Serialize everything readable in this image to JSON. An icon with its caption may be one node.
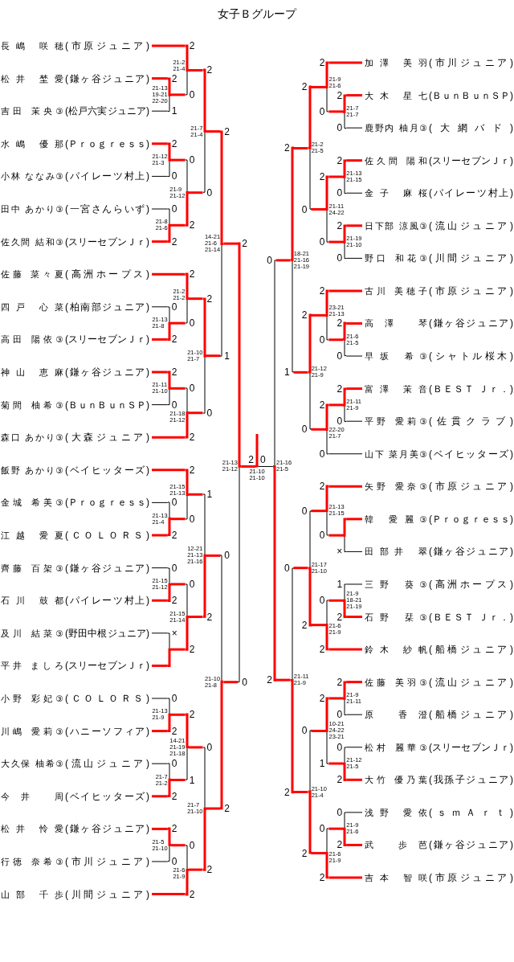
{
  "diagram": {
    "title": "女子Ｂグループ",
    "nodes": [
      {
        "text": [
          "長嶋 咲穂",
          "(市原ジュニア)"
        ]
      },
      {
        "text": [
          "松井 埜愛",
          "(鎌ヶ谷ジュニア)"
        ]
      },
      {
        "text": [
          "吉田 茉央③",
          "(松戸六実ジュニア)"
        ]
      },
      {
        "text": [
          "水嶋 優那",
          "(Ｐｒｏｇｒｅｓｓ)"
        ]
      },
      {
        "text": [
          "小林 ななみ③",
          "(パイレーツ村上)"
        ]
      },
      {
        "text": [
          "田中 あかり③",
          "(一宮さんらいず)"
        ]
      },
      {
        "text": [
          "佐久間 結和③",
          "(スリーセブンＪｒ)"
        ]
      },
      {
        "text": [
          "佐藤 菜々夏",
          "(高洲ホープス)"
        ]
      },
      {
        "text": [
          "四戸 心菜",
          "(柏南部ジュニア)"
        ]
      },
      {
        "text": [
          "高田 陽依③",
          "(スリーセブンＪｒ)"
        ]
      },
      {
        "text": [
          "神山 恵麻",
          "(鎌ヶ谷ジュニア)"
        ]
      },
      {
        "text": [
          "菊間 柚希③",
          "(ＢｕｎＢｕｎＳＰ)"
        ]
      },
      {
        "text": [
          "森口 あかり③",
          "(大森ジュニア)"
        ]
      },
      {
        "text": [
          "飯野 あかり③",
          "(ベイヒッターズ)"
        ]
      },
      {
        "text": [
          "金城 希美③",
          "(Ｐｒｏｇｒｅｓｓ)"
        ]
      },
      {
        "text": [
          "江越 愛夏",
          "(ＣＯＬＯＲＳ)"
        ]
      },
      {
        "text": [
          "齊藤 百架③",
          "(鎌ヶ谷ジュニア)"
        ]
      },
      {
        "text": [
          "石川 鼓都",
          "(パイレーツ村上)"
        ]
      },
      {
        "text": [
          "及川 結菜③",
          "(野田中根ジュニア)"
        ]
      },
      {
        "text": [
          "平井 ましろ",
          "(スリーセブンＪｒ)"
        ]
      },
      {
        "text": [
          "小野 彩妃③",
          "(ＣＯＬＯＲＳ)"
        ]
      },
      {
        "text": [
          "川嶋 愛莉③",
          "(ハニーソフィア)"
        ]
      },
      {
        "text": [
          "大久保 柚希③",
          "(流山ジュニア)"
        ]
      },
      {
        "text": [
          "今井 周",
          "(ベイヒッターズ)"
        ]
      },
      {
        "text": [
          "松井 怜愛",
          "(鎌ヶ谷ジュニア)"
        ]
      },
      {
        "text": [
          "行徳 奈希③",
          "(市川ジュニア)"
        ]
      },
      {
        "text": [
          "山部 千歩",
          "(川間ジュニア)"
        ]
      },
      {
        "text": [
          "加澤 美羽",
          "(市川ジュニア)"
        ]
      },
      {
        "text": [
          "大木 星七",
          "(ＢｕｎＢｕｎＳＰ)"
        ]
      },
      {
        "text": [
          "鹿野内 柚月③",
          "(大網バド)"
        ]
      },
      {
        "text": [
          "佐久間 陽和",
          "(スリーセブンＪｒ)"
        ]
      },
      {
        "text": [
          "金子 麻桜",
          "(パイレーツ村上)"
        ]
      },
      {
        "text": [
          "日下部 涼風③",
          "(流山ジュニア)"
        ]
      },
      {
        "text": [
          "野口 和花③",
          "(川間ジュニア)"
        ]
      },
      {
        "text": [
          "古川 美穂子",
          "(市原ジュニア)"
        ]
      },
      {
        "text": [
          "高澤 琴",
          "(鎌ヶ谷ジュニア)"
        ]
      },
      {
        "text": [
          "早坂 希③",
          "(シャトル桜木)"
        ]
      },
      {
        "text": [
          "富澤 茉音",
          "(ＢＥＳＴ Ｊｒ．)"
        ]
      },
      {
        "text": [
          "平野 愛莉③",
          "(佐貫クラブ)"
        ]
      },
      {
        "text": [
          "山下 菜月美③",
          "(ベイヒッターズ)"
        ]
      },
      {
        "text": [
          "矢野 愛奈③",
          "(市原ジュニア)"
        ]
      },
      {
        "text": [
          "韓 愛麗③",
          "(Ｐｒｏｇｒｅｓｓ)"
        ]
      },
      {
        "text": [
          "田部井 翠",
          "(鎌ヶ谷ジュニア)"
        ]
      },
      {
        "text": [
          "三野 葵③",
          "(高洲ホープス)"
        ]
      },
      {
        "text": [
          "石野 栞③",
          "(ＢＥＳＴ Ｊｒ．)"
        ]
      },
      {
        "text": [
          "鈴木 紗帆",
          "(船橋ジュニア)"
        ]
      },
      {
        "text": [
          "佐藤 美羽③",
          "(流山ジュニア)"
        ]
      },
      {
        "text": [
          "原 香澄",
          "(船橋ジュニア)"
        ]
      },
      {
        "text": [
          "松村 麗華③",
          "(スリーセブンＪｒ)"
        ]
      },
      {
        "text": [
          "大竹 優乃葉",
          "(我孫子ジュニア)"
        ]
      },
      {
        "text": [
          "浅野 愛依",
          "(ｓｍＡｒｔ)"
        ]
      },
      {
        "text": [
          "武 歩芭",
          "(鎌ヶ谷ジュニア)"
        ]
      },
      {
        "text": [
          "吉本 智咲",
          "(市原ジュニア)"
        ]
      },
      {
        "text": [],
        "shape": "bar",
        "beside": [
          "21-13 19-21 22-20"
        ]
      },
      {
        "text": [],
        "shape": "bar",
        "beside": [
          "21-2 21-4"
        ]
      },
      {
        "text": [],
        "shape": "bar",
        "beside": [
          "21-12 21-3"
        ]
      },
      {
        "text": [],
        "shape": "bar",
        "beside": [
          "21-8 21-6"
        ]
      },
      {
        "text": [],
        "shape": "bar",
        "beside": [
          "21-9 21-12"
        ]
      },
      {
        "text": [],
        "shape": "bar",
        "beside": [
          "21-7 21-4"
        ]
      },
      {
        "text": [],
        "shape": "bar",
        "beside": [
          "21-13 21-8"
        ]
      },
      {
        "text": [],
        "shape": "bar",
        "beside": [
          "21-2 21-2"
        ]
      },
      {
        "text": [],
        "shape": "bar",
        "beside": [
          "21-11 21-10"
        ]
      },
      {
        "text": [],
        "shape": "bar",
        "beside": [
          "21-18 21-12"
        ]
      },
      {
        "text": [],
        "shape": "bar",
        "beside": [
          "21-10 21-7"
        ]
      },
      {
        "text": [],
        "shape": "bar",
        "beside": [
          "14-21 21-6 21-14"
        ]
      },
      {
        "text": [],
        "shape": "bar",
        "beside": [
          "21-13 21-4"
        ]
      },
      {
        "text": [],
        "shape": "bar",
        "beside": [
          "21-15 21-13"
        ]
      },
      {
        "text": [],
        "shape": "bar",
        "beside": [
          "21-15 21-12"
        ]
      },
      {
        "text": [],
        "shape": "bar"
      },
      {
        "text": [],
        "shape": "bar",
        "beside": [
          "21-15 21-14"
        ]
      },
      {
        "text": [],
        "shape": "bar",
        "beside": [
          "12-21 21-13 21-16"
        ]
      },
      {
        "text": [],
        "shape": "bar",
        "beside": [
          "21-13 21-9"
        ]
      },
      {
        "text": [],
        "shape": "bar",
        "beside": [
          "21-7 21-2"
        ]
      },
      {
        "text": [],
        "shape": "bar",
        "beside": [
          "14-21 21-19 21-18"
        ]
      },
      {
        "text": [],
        "shape": "bar",
        "beside": [
          "21-5 21-10"
        ]
      },
      {
        "text": [],
        "shape": "bar",
        "beside": [
          "21-6 21-9"
        ]
      },
      {
        "text": [],
        "shape": "bar",
        "beside": [
          "21-7 21-10"
        ]
      },
      {
        "text": [],
        "shape": "bar",
        "beside": [
          "21-10 21-8"
        ]
      },
      {
        "text": [],
        "shape": "bar",
        "beside": [
          "21-13 21-12"
        ]
      },
      {
        "text": [],
        "shape": "bar",
        "beside": [
          "21-7 21-7"
        ]
      },
      {
        "text": [],
        "shape": "bar",
        "beside": [
          "21-9 21-6"
        ]
      },
      {
        "text": [],
        "shape": "bar",
        "beside": [
          "21-13 21-15"
        ]
      },
      {
        "text": [],
        "shape": "bar",
        "beside": [
          "21-19 21-10"
        ]
      },
      {
        "text": [],
        "shape": "bar",
        "beside": [
          "21-11 24-22"
        ]
      },
      {
        "text": [],
        "shape": "bar",
        "beside": [
          "21-2 21-5"
        ]
      },
      {
        "text": [],
        "shape": "bar",
        "beside": [
          "21-6 21-5"
        ]
      },
      {
        "text": [],
        "shape": "bar",
        "beside": [
          "23-21 21-13"
        ]
      },
      {
        "text": [],
        "shape": "bar",
        "beside": [
          "21-11 21-9"
        ]
      },
      {
        "text": [],
        "shape": "bar",
        "beside": [
          "22-20 21-7"
        ]
      },
      {
        "text": [],
        "shape": "bar",
        "beside": [
          "21-12 21-9"
        ]
      },
      {
        "text": [],
        "shape": "bar",
        "beside": [
          "18-21 21-16 21-19"
        ]
      },
      {
        "text": [],
        "shape": "bar"
      },
      {
        "text": [],
        "shape": "bar",
        "beside": [
          "21-13 21-15"
        ]
      },
      {
        "text": [],
        "shape": "bar",
        "beside": [
          "21-9 18-21 21-19"
        ]
      },
      {
        "text": [],
        "shape": "bar",
        "beside": [
          "21-6 21-9"
        ]
      },
      {
        "text": [],
        "shape": "bar",
        "beside": [
          "21-17 21-10"
        ]
      },
      {
        "text": [],
        "shape": "bar",
        "beside": [
          "21-9 21-11"
        ]
      },
      {
        "text": [],
        "shape": "bar",
        "beside": [
          "21-12 21-5"
        ]
      },
      {
        "text": [],
        "shape": "bar",
        "beside": [
          "10-21 24-22 23-21"
        ]
      },
      {
        "text": [],
        "shape": "bar",
        "beside": [
          "21-9 21-6"
        ]
      },
      {
        "text": [],
        "shape": "bar",
        "beside": [
          "21-6 21-9"
        ]
      },
      {
        "text": [],
        "shape": "bar",
        "beside": [
          "21-10 21-4"
        ]
      },
      {
        "text": [],
        "shape": "bar",
        "beside": [
          "21-11 21-9"
        ]
      },
      {
        "text": [],
        "shape": "bar",
        "beside": [
          "21-16 21-5"
        ]
      },
      {
        "text": [],
        "shape": "bar",
        "beside": [
          "21-10 21-10"
        ]
      }
    ],
    "edges": [
      {
        "from": 1,
        "to": 53,
        "arrow": "none",
        "label": "2"
      },
      {
        "from": 2,
        "to": 53,
        "arrow": "none",
        "label": "1",
        "color": "#000000"
      },
      {
        "from": 0,
        "to": 54,
        "arrow": "none",
        "label": "2"
      },
      {
        "from": 53,
        "to": 54,
        "arrow": "none",
        "label": "0"
      },
      {
        "from": 3,
        "to": 55,
        "arrow": "none",
        "label": "2"
      },
      {
        "from": 4,
        "to": 55,
        "arrow": "none",
        "label": "0",
        "color": "#000000"
      },
      {
        "from": 6,
        "to": 56,
        "arrow": "none",
        "label": "2"
      },
      {
        "from": 5,
        "to": 56,
        "arrow": "none",
        "label": "0",
        "color": "#000000"
      },
      {
        "from": 56,
        "to": 57,
        "arrow": "none",
        "label": "2"
      },
      {
        "from": 55,
        "to": 57,
        "arrow": "none",
        "label": "0"
      },
      {
        "from": 54,
        "to": 58,
        "arrow": "none",
        "label": "2"
      },
      {
        "from": 57,
        "to": 58,
        "arrow": "none",
        "label": "0"
      },
      {
        "from": 9,
        "to": 59,
        "arrow": "none",
        "label": "2"
      },
      {
        "from": 8,
        "to": 59,
        "arrow": "none",
        "label": "0",
        "color": "#000000"
      },
      {
        "from": 7,
        "to": 60,
        "arrow": "none",
        "label": "2"
      },
      {
        "from": 59,
        "to": 60,
        "arrow": "none",
        "label": "0"
      },
      {
        "from": 10,
        "to": 61,
        "arrow": "none",
        "label": "2"
      },
      {
        "from": 11,
        "to": 61,
        "arrow": "none",
        "label": "0",
        "color": "#000000"
      },
      {
        "from": 12,
        "to": 62,
        "arrow": "none",
        "label": "2"
      },
      {
        "from": 61,
        "to": 62,
        "arrow": "none",
        "label": "0"
      },
      {
        "from": 60,
        "to": 63,
        "arrow": "none",
        "label": "2"
      },
      {
        "from": 62,
        "to": 63,
        "arrow": "none",
        "label": "0"
      },
      {
        "from": 58,
        "to": 64,
        "arrow": "none",
        "label": "2"
      },
      {
        "from": 63,
        "to": 64,
        "arrow": "none",
        "label": "1"
      },
      {
        "from": 15,
        "to": 65,
        "arrow": "none",
        "label": "2"
      },
      {
        "from": 14,
        "to": 65,
        "arrow": "none",
        "label": "0",
        "color": "#000000"
      },
      {
        "from": 13,
        "to": 66,
        "arrow": "none",
        "label": "2"
      },
      {
        "from": 65,
        "to": 66,
        "arrow": "none",
        "label": "0"
      },
      {
        "from": 17,
        "to": 67,
        "arrow": "none",
        "label": "2"
      },
      {
        "from": 16,
        "to": 67,
        "arrow": "none",
        "label": "0",
        "color": "#000000"
      },
      {
        "from": 19,
        "to": 68,
        "arrow": "none"
      },
      {
        "from": 18,
        "to": 68,
        "arrow": "none",
        "label": "×",
        "color": "#000000"
      },
      {
        "from": 68,
        "to": 69,
        "arrow": "none",
        "label": "2"
      },
      {
        "from": 67,
        "to": 69,
        "arrow": "none",
        "label": "0"
      },
      {
        "from": 69,
        "to": 70,
        "arrow": "none",
        "label": "2"
      },
      {
        "from": 66,
        "to": 70,
        "arrow": "none",
        "label": "1"
      },
      {
        "from": 21,
        "to": 71,
        "arrow": "none",
        "label": "2"
      },
      {
        "from": 20,
        "to": 71,
        "arrow": "none",
        "label": "0",
        "color": "#000000"
      },
      {
        "from": 23,
        "to": 72,
        "arrow": "none",
        "label": "2"
      },
      {
        "from": 22,
        "to": 72,
        "arrow": "none",
        "label": "0",
        "color": "#000000"
      },
      {
        "from": 71,
        "to": 73,
        "arrow": "none",
        "label": "2"
      },
      {
        "from": 72,
        "to": 73,
        "arrow": "none",
        "label": "1"
      },
      {
        "from": 24,
        "to": 74,
        "arrow": "none",
        "label": "2"
      },
      {
        "from": 25,
        "to": 74,
        "arrow": "none",
        "label": "0",
        "color": "#000000"
      },
      {
        "from": 26,
        "to": 75,
        "arrow": "none",
        "label": "2"
      },
      {
        "from": 74,
        "to": 75,
        "arrow": "none",
        "label": "0"
      },
      {
        "from": 75,
        "to": 76,
        "arrow": "none",
        "label": "2"
      },
      {
        "from": 73,
        "to": 76,
        "arrow": "none",
        "label": "0"
      },
      {
        "from": 76,
        "to": 77,
        "arrow": "none",
        "label": "2"
      },
      {
        "from": 70,
        "to": 77,
        "arrow": "none",
        "label": "0"
      },
      {
        "from": 64,
        "to": 78,
        "arrow": "none",
        "label": "2"
      },
      {
        "from": 77,
        "to": 78,
        "arrow": "none",
        "label": "0"
      },
      {
        "from": 28,
        "to": 79,
        "arrow": "none",
        "label": "2"
      },
      {
        "from": 29,
        "to": 79,
        "arrow": "none",
        "label": "0",
        "color": "#000000"
      },
      {
        "from": 27,
        "to": 80,
        "arrow": "none",
        "label": "2"
      },
      {
        "from": 79,
        "to": 80,
        "arrow": "none",
        "label": "0"
      },
      {
        "from": 30,
        "to": 81,
        "arrow": "none",
        "label": "2"
      },
      {
        "from": 31,
        "to": 81,
        "arrow": "none",
        "label": "0",
        "color": "#000000"
      },
      {
        "from": 32,
        "to": 82,
        "arrow": "none",
        "label": "2"
      },
      {
        "from": 33,
        "to": 82,
        "arrow": "none",
        "label": "0",
        "color": "#000000"
      },
      {
        "from": 81,
        "to": 83,
        "arrow": "none",
        "label": "2"
      },
      {
        "from": 82,
        "to": 83,
        "arrow": "none",
        "label": "0"
      },
      {
        "from": 80,
        "to": 84,
        "arrow": "none",
        "label": "2"
      },
      {
        "from": 83,
        "to": 84,
        "arrow": "none",
        "label": "0"
      },
      {
        "from": 35,
        "to": 85,
        "arrow": "none",
        "label": "2"
      },
      {
        "from": 36,
        "to": 85,
        "arrow": "none",
        "label": "0",
        "color": "#000000"
      },
      {
        "from": 34,
        "to": 86,
        "arrow": "none",
        "label": "2"
      },
      {
        "from": 85,
        "to": 86,
        "arrow": "none",
        "label": "0"
      },
      {
        "from": 37,
        "to": 87,
        "arrow": "none",
        "label": "2"
      },
      {
        "from": 38,
        "to": 87,
        "arrow": "none",
        "label": "0",
        "color": "#000000"
      },
      {
        "from": 87,
        "to": 88,
        "arrow": "none",
        "label": "2"
      },
      {
        "from": 39,
        "to": 88,
        "arrow": "none",
        "label": "0",
        "color": "#000000"
      },
      {
        "from": 86,
        "to": 89,
        "arrow": "none",
        "label": "2"
      },
      {
        "from": 88,
        "to": 89,
        "arrow": "none",
        "label": "0"
      },
      {
        "from": 84,
        "to": 90,
        "arrow": "none",
        "label": "2"
      },
      {
        "from": 89,
        "to": 90,
        "arrow": "none",
        "label": "1"
      },
      {
        "from": 41,
        "to": 91,
        "arrow": "none"
      },
      {
        "from": 42,
        "to": 91,
        "arrow": "none",
        "label": "×",
        "color": "#000000"
      },
      {
        "from": 40,
        "to": 92,
        "arrow": "none",
        "label": "2"
      },
      {
        "from": 91,
        "to": 92,
        "arrow": "none",
        "label": "0"
      },
      {
        "from": 44,
        "to": 93,
        "arrow": "none",
        "label": "2"
      },
      {
        "from": 43,
        "to": 93,
        "arrow": "none",
        "label": "1",
        "color": "#000000"
      },
      {
        "from": 45,
        "to": 94,
        "arrow": "none",
        "label": "2"
      },
      {
        "from": 93,
        "to": 94,
        "arrow": "none",
        "label": "0"
      },
      {
        "from": 94,
        "to": 95,
        "arrow": "none",
        "label": "2"
      },
      {
        "from": 92,
        "to": 95,
        "arrow": "none",
        "label": "0"
      },
      {
        "from": 46,
        "to": 96,
        "arrow": "none",
        "label": "2"
      },
      {
        "from": 47,
        "to": 96,
        "arrow": "none",
        "label": "0",
        "color": "#000000"
      },
      {
        "from": 49,
        "to": 97,
        "arrow": "none",
        "label": "2"
      },
      {
        "from": 48,
        "to": 97,
        "arrow": "none",
        "label": "0",
        "color": "#000000"
      },
      {
        "from": 96,
        "to": 98,
        "arrow": "none",
        "label": "2"
      },
      {
        "from": 97,
        "to": 98,
        "arrow": "none",
        "label": "1"
      },
      {
        "from": 51,
        "to": 99,
        "arrow": "none",
        "label": "2"
      },
      {
        "from": 50,
        "to": 99,
        "arrow": "none",
        "label": "0",
        "color": "#000000"
      },
      {
        "from": 52,
        "to": 100,
        "arrow": "none",
        "label": "2"
      },
      {
        "from": 99,
        "to": 100,
        "arrow": "none",
        "label": "0"
      },
      {
        "from": 100,
        "to": 101,
        "arrow": "none",
        "label": "2"
      },
      {
        "from": 98,
        "to": 101,
        "arrow": "none",
        "label": "0"
      },
      {
        "from": 101,
        "to": 102,
        "arrow": "none",
        "label": "2"
      },
      {
        "from": 95,
        "to": 102,
        "arrow": "none",
        "label": "0"
      },
      {
        "from": 102,
        "to": 103,
        "arrow": "none",
        "label": "2"
      },
      {
        "from": 90,
        "to": 103,
        "arrow": "none",
        "label": "0"
      },
      {
        "from": 78,
        "to": 104,
        "arrow": "none",
        "label": "2"
      },
      {
        "from": 103,
        "to": 104,
        "arrow": "none",
        "label": "0",
        "color": "#000000"
      }
    ]
  }
}
